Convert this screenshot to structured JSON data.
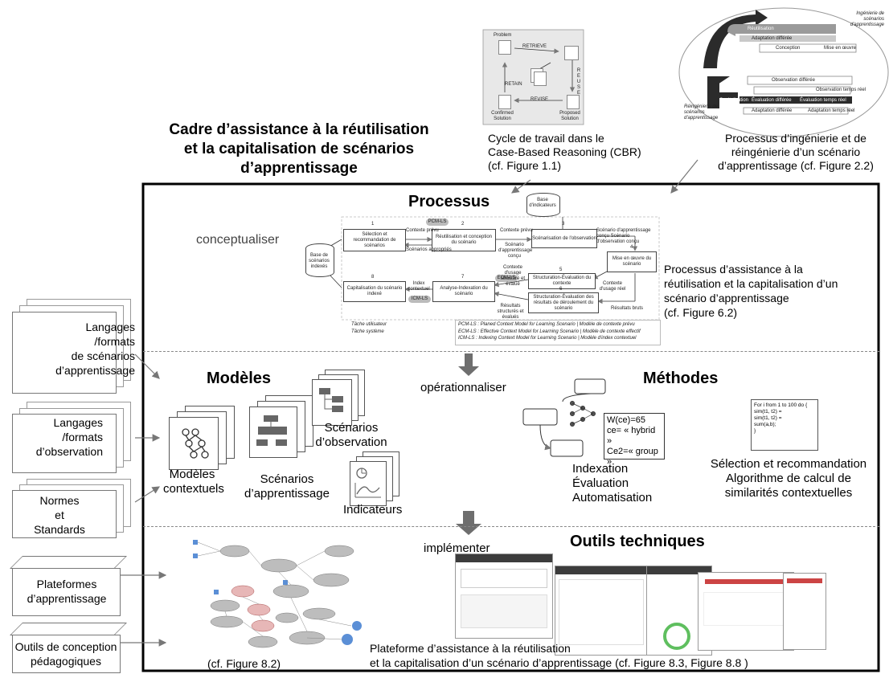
{
  "main_title": [
    "Cadre d’assistance à la réutilisation",
    "et la capitalisation de scénarios",
    "d’apprentissage"
  ],
  "cbr": {
    "caption": [
      "Cycle de travail dans le",
      "Case-Based Reasoning (CBR)",
      "(cf. Figure 1.1)"
    ],
    "labels": {
      "problem": "Problem",
      "retrieve": "RETRIEVE",
      "reuse": "R E U S E",
      "retain": "RETAIN",
      "revise": "REVISE",
      "confirmed": "Confirmed Solution",
      "proposed": "Proposed Solution"
    }
  },
  "reeng": {
    "caption": [
      "Processus d’ingénierie et de",
      "réingénierie d’un scénario",
      "d’apprentissage (cf. Figure 2.2)"
    ],
    "labels": {
      "ingenierie": "Ingénierie de scénarios d'apprentissage",
      "reingenierie": "Réingénierie de scénarios d'apprentissage",
      "reutilisation": "Réutilisation",
      "adaptation1": "Adaptation différée",
      "conception": "Conception",
      "mise": "Mise en œuvre",
      "obs_diff": "Observation différée",
      "obs_tr": "Observation temps réel",
      "capitalisation": "Capitalisation",
      "eval_diff": "Évaluation différée",
      "eval_tr": "Évaluation temps réel",
      "adaptation2": "Adaptation différée",
      "adapt_tr": "Adaptation temps réel"
    }
  },
  "processus": {
    "title": "Processus",
    "conceptualiser": "conceptualiser",
    "steps": [
      {
        "num": "1",
        "label": "Sélection et recommandation de scénarios"
      },
      {
        "num": "2",
        "label": "Réutilisation et conception du scénario"
      },
      {
        "num": "3",
        "label": "Scénarisation de l'observation"
      },
      {
        "num": "4",
        "label": "Mise en œuvre du scénario"
      },
      {
        "num": "5",
        "label": "Structuration-Évaluation du contexte"
      },
      {
        "num": "6",
        "label": "Structuration-Évaluation des résultats de déroulement du scénario"
      },
      {
        "num": "7",
        "label": "Analyse-Indexation du scénario"
      },
      {
        "num": "8",
        "label": "Capitalisation du scénario indexé"
      }
    ],
    "databases": {
      "indicateurs": "Base d'indicateurs",
      "scenarios": "Base de scénarios indexés"
    },
    "models": {
      "pcm": "PCM-LS",
      "ecm": "ECM-LS",
      "icm": "ICM-LS"
    },
    "flows": {
      "contexte_prevu_1": "Contexte prévu",
      "scenarios_appropries": "Scénarios appropriés",
      "contexte_prevu_2": "Contexte prévu",
      "scenario_concu": "Scénario d'apprentissage conçu",
      "scenarios_concus": "Scénario d'apprentissage conçu Scénario d'observation conçu",
      "contexte_structure": "Contexte d'usage structuré et évalué",
      "contexte_reel": "Contexte d'usage réel",
      "index": "Index contextuel",
      "resultats": "Résultats structurés et évalués",
      "resultats_bruts": "Résultats bruts"
    },
    "legend": [
      "Tâche utilisateur",
      "Tâche système"
    ],
    "definitions": [
      "PCM-LS : Planed Context Model for Learning Scenario  | Modèle de contexte prévu",
      "ECM-LS : Effective Context Model for Learning Scenario | Modèle de contexte effectif",
      "ICM-LS : Indexing Context Model for Learning Scenario | Modèle d'index contextuel"
    ],
    "caption": [
      "Processus d’assistance à la",
      "réutilisation et la capitalisation d’un",
      "scénario d’apprentissage",
      " (cf. Figure 6.2)"
    ]
  },
  "modeles": {
    "title": "Modèles",
    "contextuels": [
      "Modèles",
      "contextuels"
    ],
    "apprentissage": [
      "Scénarios",
      "d’apprentissage"
    ],
    "observation": [
      "Scénarios",
      "d’observation"
    ],
    "indicateurs": "Indicateurs"
  },
  "operationnaliser": "opérationnaliser",
  "methodes": {
    "title": "Méthodes",
    "formula": [
      "W(ce)=65",
      "ce= « hybrid »",
      "Ce2=« group »"
    ],
    "labels": [
      "Indexation",
      "Évaluation",
      "Automatisation"
    ],
    "code": [
      "For i from 1 to 100 do {",
      "   sim(t1, t2) =",
      "   sim(t1, t2) =",
      "   sum(a,b);",
      "}"
    ],
    "algo": [
      "Sélection et recommandation",
      "Algorithme de calcul de",
      "similarités contextuelles"
    ]
  },
  "outils": {
    "title": "Outils techniques",
    "implementer": "implémenter",
    "left_caption": "(cf. Figure 8.2)",
    "caption": [
      "Plateforme d’assistance à la réutilisation",
      "et la capitalisation d’un scénario d’apprentissage (cf. Figure 8.3, Figure 8.8 )"
    ]
  },
  "side": {
    "langages_scenarios": [
      "Langages",
      "/formats",
      "de scénarios",
      "d’apprentissage"
    ],
    "langages_observation": [
      "Langages",
      "/formats",
      "d’observation"
    ],
    "normes": [
      "Normes",
      "et",
      "Standards"
    ],
    "plateformes": [
      "Plateformes",
      "d’apprentissage"
    ],
    "outils": [
      "Outils de conception",
      "pédagogiques"
    ]
  },
  "colors": {
    "frame": "#000000",
    "arrow": "#707070",
    "divider": "#888888",
    "dark": "#303030"
  }
}
